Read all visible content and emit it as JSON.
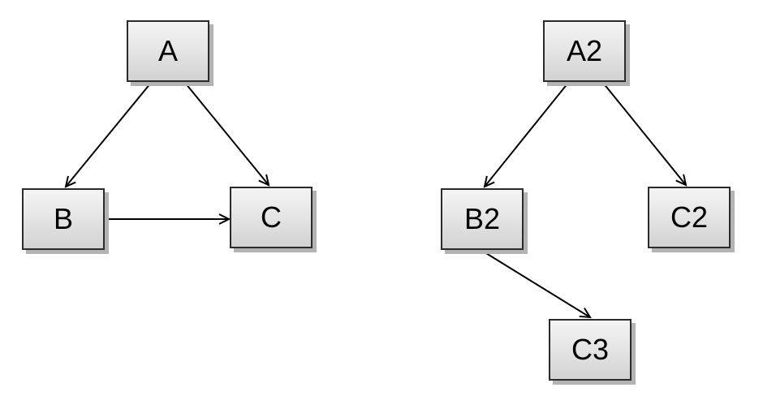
{
  "diagram": {
    "type": "directed-graph",
    "background_color": "#ffffff",
    "graphs": [
      {
        "name": "left-graph",
        "nodes": [
          {
            "id": "A",
            "label": "A"
          },
          {
            "id": "B",
            "label": "B"
          },
          {
            "id": "C",
            "label": "C"
          }
        ],
        "edges": [
          {
            "from": "A",
            "to": "B"
          },
          {
            "from": "A",
            "to": "C"
          },
          {
            "from": "B",
            "to": "C"
          }
        ]
      },
      {
        "name": "right-graph",
        "nodes": [
          {
            "id": "A2",
            "label": "A2"
          },
          {
            "id": "B2",
            "label": "B2"
          },
          {
            "id": "C2",
            "label": "C2"
          },
          {
            "id": "C3",
            "label": "C3"
          }
        ],
        "edges": [
          {
            "from": "A2",
            "to": "B2"
          },
          {
            "from": "A2",
            "to": "C2"
          },
          {
            "from": "B2",
            "to": "C3"
          }
        ]
      }
    ],
    "colors": {
      "node_fill_top": "#f4f4f4",
      "node_fill_bottom": "#d2d2d2",
      "node_border": "#2b2b2b",
      "node_shadow": "#b3b3b3",
      "edge_stroke": "#000000",
      "label_color": "#000000"
    }
  }
}
